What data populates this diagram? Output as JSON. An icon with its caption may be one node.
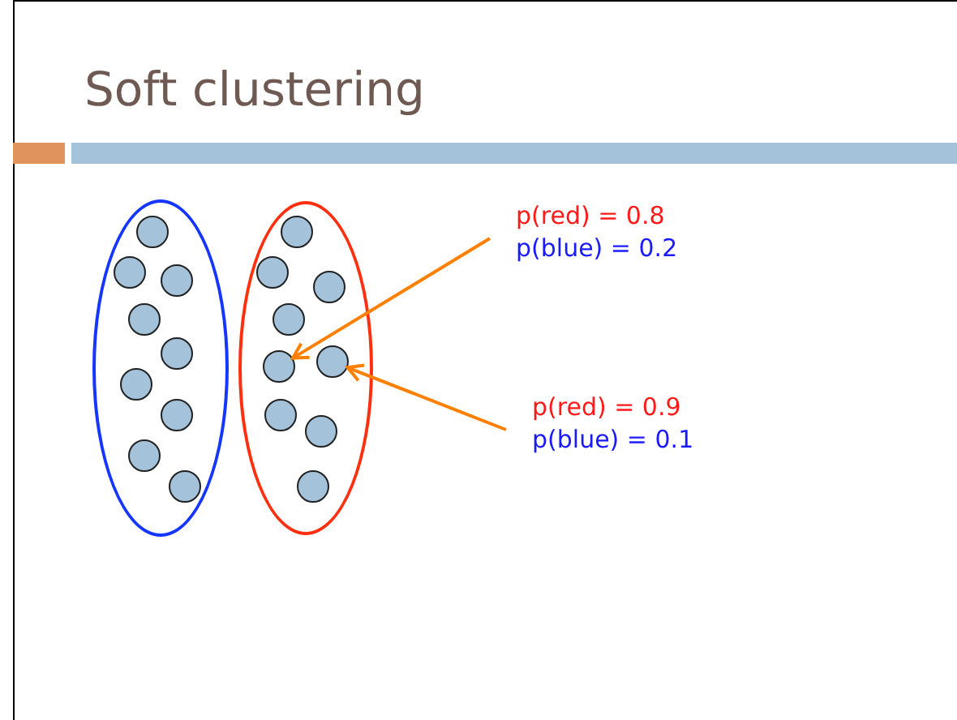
{
  "diagram": {
    "title": "Soft clustering",
    "nodes": [
      {
        "text": [],
        "shape": "ellipse"
      },
      {
        "text": [],
        "shape": "circle",
        "in": 0
      },
      {
        "text": [],
        "shape": "circle",
        "in": 0
      },
      {
        "text": [],
        "shape": "circle",
        "in": 0
      },
      {
        "text": [],
        "shape": "circle",
        "in": 0
      },
      {
        "text": [],
        "shape": "circle",
        "in": 0
      },
      {
        "text": [],
        "shape": "circle",
        "in": 0
      },
      {
        "text": [],
        "shape": "circle",
        "in": 0
      },
      {
        "text": [],
        "shape": "circle",
        "in": 0
      },
      {
        "text": [],
        "shape": "circle",
        "in": 0
      },
      {
        "text": [],
        "shape": "ellipse"
      },
      {
        "text": [],
        "shape": "circle",
        "in": 10
      },
      {
        "text": [],
        "shape": "circle",
        "in": 10
      },
      {
        "text": [],
        "shape": "circle",
        "in": 10
      },
      {
        "text": [],
        "shape": "circle",
        "in": 10
      },
      {
        "text": [],
        "shape": "circle",
        "in": 10
      },
      {
        "text": [],
        "shape": "circle",
        "in": 10
      },
      {
        "text": [],
        "shape": "circle",
        "in": 10
      },
      {
        "text": [],
        "shape": "circle",
        "in": 10
      },
      {
        "text": [],
        "shape": "circle",
        "in": 10
      },
      {
        "text": [
          "p(red) = 0.8",
          "p(blue) = 0.2"
        ]
      },
      {
        "text": [
          "p(red) = 0.9",
          "p(blue) = 0.1"
        ]
      }
    ],
    "edges": [
      {
        "from": 20,
        "to": 16,
        "arrow": "to"
      },
      {
        "from": 21,
        "to": 15,
        "arrow": "to"
      }
    ]
  }
}
